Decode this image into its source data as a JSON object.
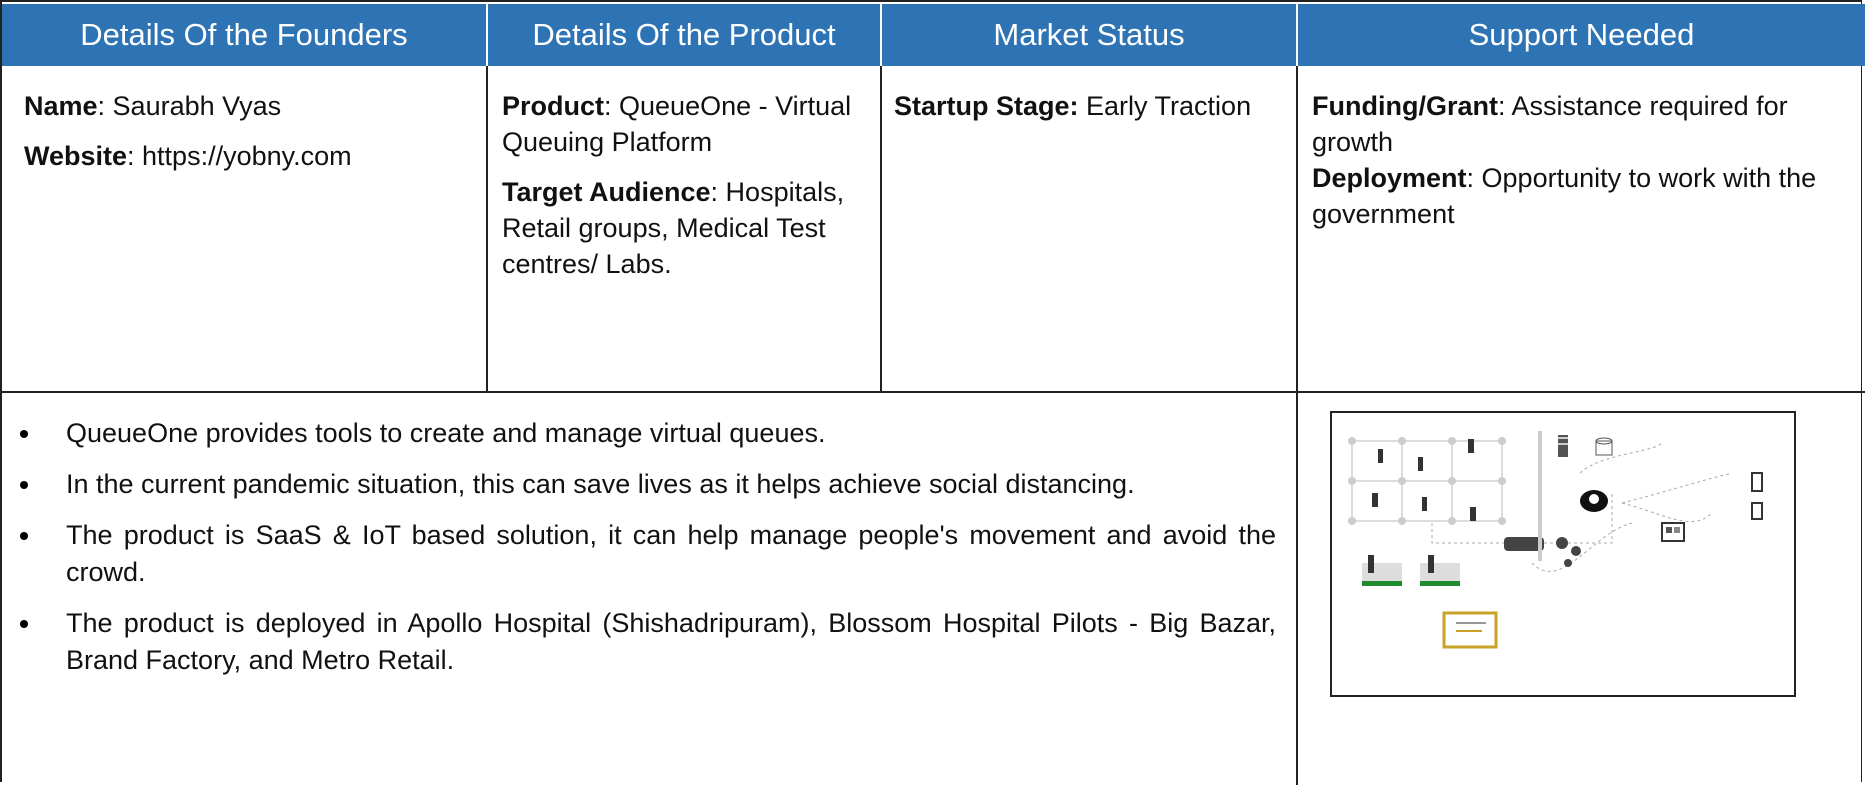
{
  "header": {
    "col1": "Details Of the Founders",
    "col2": "Details Of the Product",
    "col3": "Market Status",
    "col4": "Support Needed"
  },
  "founders": {
    "name_label": "Name",
    "name_value": ":  Saurabh Vyas",
    "website_label": "Website",
    "website_value": ": https://yobny.com"
  },
  "product": {
    "product_label": "Product",
    "product_value": ":   QueueOne - Virtual Queuing Platform",
    "audience_label": "Target Audience",
    "audience_value": ": Hospitals, Retail groups, Medical Test centres/ Labs."
  },
  "market": {
    "stage_label": "Startup Stage:",
    "stage_value": " Early Traction"
  },
  "support": {
    "funding_label": "Funding/Grant",
    "funding_value": ": Assistance required for growth",
    "deployment_label": "Deployment",
    "deployment_value": ": Opportunity to work with the government"
  },
  "bullets": [
    "QueueOne provides tools to create and manage virtual queues.",
    "In the current pandemic situation, this can save lives as it helps achieve social distancing.",
    "The product is SaaS & IoT based solution, it can help manage people's movement and avoid the crowd.",
    "The product is deployed in Apollo Hospital (Shishadripuram), Blossom Hospital Pilots - Big Bazar, Brand Factory, and Metro Retail."
  ],
  "colors": {
    "header_bg": "#2e74b5",
    "header_text": "#ffffff",
    "accent_green": "#1f8a2e",
    "accent_gold": "#c9a227"
  },
  "diagram": {
    "icons": [
      "person-icon",
      "server-icon",
      "database-icon",
      "cloud-icon",
      "gear-icon",
      "phone-icon",
      "kiosk-icon",
      "monitor-icon"
    ]
  }
}
